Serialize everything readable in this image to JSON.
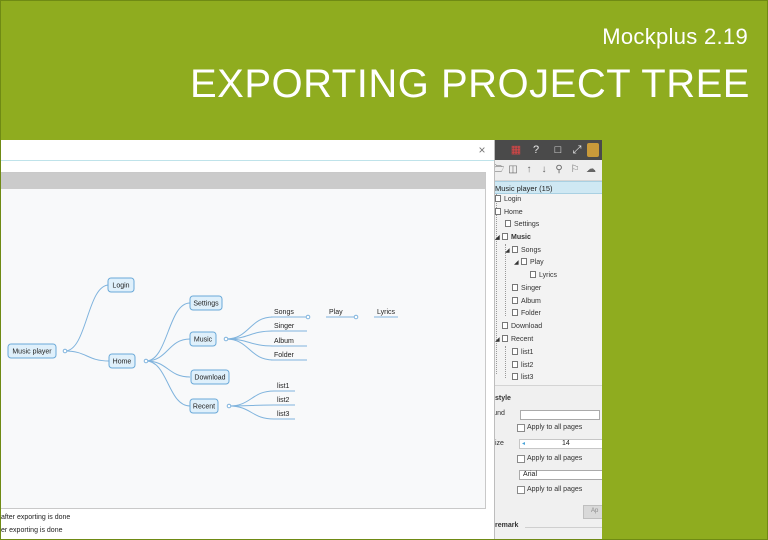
{
  "header": {
    "subtitle": "Mockplus 2.19",
    "title": "EXPORTING PROJECT TREE"
  },
  "dialog": {
    "close_glyph": "×",
    "options": [
      "after exporting is done",
      "er exporting is done"
    ]
  },
  "mindmap": {
    "root": "Music player",
    "level1": [
      "Login",
      "Home"
    ],
    "home_children": [
      "Settings",
      "Music",
      "Download",
      "Recent"
    ],
    "music_children": [
      "Songs",
      "Singer",
      "Album",
      "Folder"
    ],
    "songs_chain": [
      "Play",
      "Lyrics"
    ],
    "recent_children": [
      "list1",
      "list2",
      "list3"
    ]
  },
  "side_panel": {
    "toolbar_icons": [
      "grid-icon",
      "help-icon",
      "square-icon",
      "expand-icon",
      "avatar-icon"
    ],
    "toolbar2_icons": [
      "folder-icon",
      "save-icon",
      "up-arrow-icon",
      "down-arrow-icon",
      "search-icon",
      "flag-icon",
      "cloud-icon"
    ],
    "help_glyph": "?",
    "tree_header": "Music player (15)",
    "tree": {
      "login": "Login",
      "home": "Home",
      "settings": "Settings",
      "music": "Music",
      "songs": "Songs",
      "play": "Play",
      "lyrics": "Lyrics",
      "singer": "Singer",
      "album": "Album",
      "folder": "Folder",
      "download": "Download",
      "recent": "Recent",
      "list1": "list1",
      "list2": "list2",
      "list3": "list3"
    },
    "style": {
      "section_title": "style",
      "background_label": "round",
      "apply_all_1": "Apply to all pages",
      "size_label": "ize",
      "size_value": "14",
      "apply_all_2": "Apply to all pages",
      "font_value": "Arial",
      "apply_all_3": "Apply to all pages",
      "apply_button": "Ap",
      "remark_label": "remark"
    }
  },
  "colors": {
    "brand_green": "#8fac1f",
    "node_fill": "#dff0fb",
    "node_stroke": "#6aa9d8",
    "link_stroke": "#7fb3dd"
  }
}
